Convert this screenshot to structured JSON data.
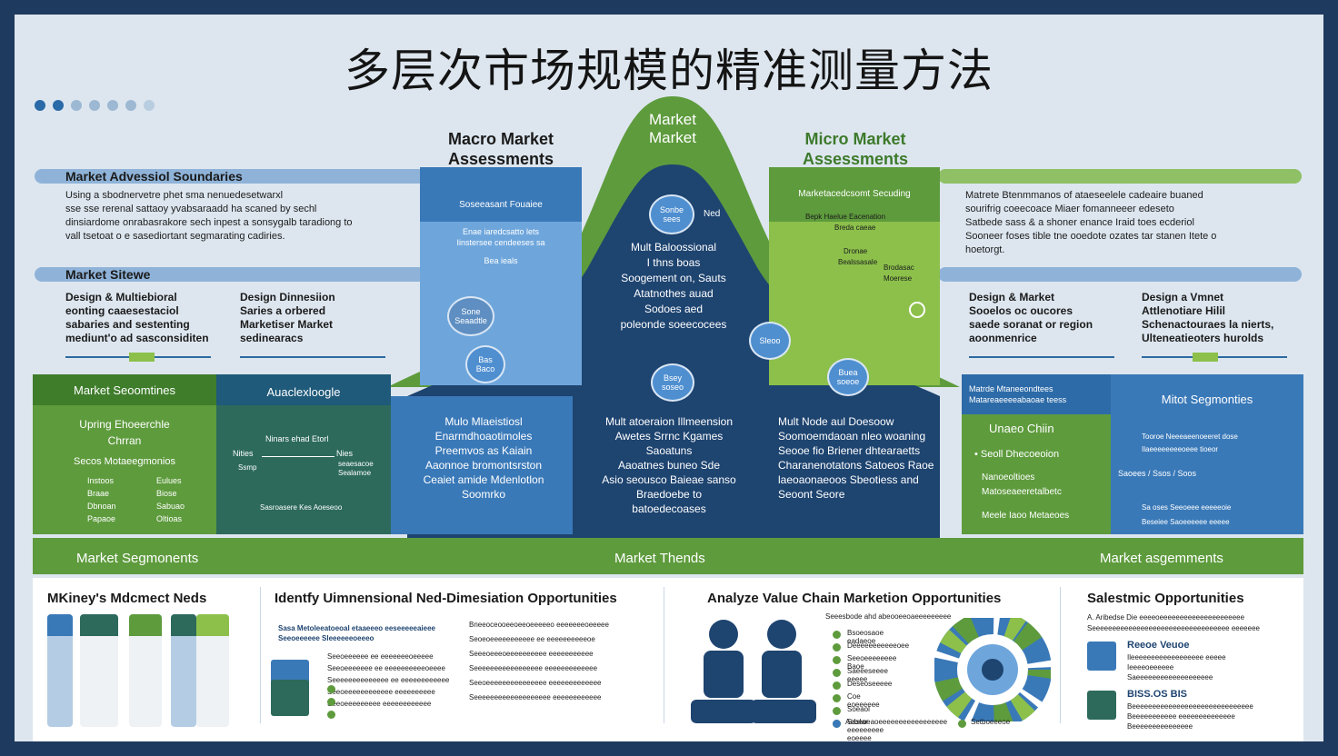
{
  "title": "多层次市场规模的精准测量方法",
  "top": {
    "peak_title": "Market\nMarket",
    "macro_title": "Macro Market\nAssessments",
    "micro_title": "Micro Market\nAssessments",
    "left_bar1": "Market Advessiol Soundaries",
    "left_text1": "Using a sbodnervetre phet sma nenuedesetwarxl\nsse sse rerenal sattaoy yvabsaraadd ha scaned by sechl\ndinsiardome onrabasrakore sech inpest a sonsygalb taradiong to\nvall tsetoat o e sasediortant segmarating cadiries.",
    "left_bar2": "Market Sitewe",
    "left_col1": "Design & Multiebioral\neonting caaesestaciol\nsabaries and sestenting\nmediunt'o ad sasconsiditen",
    "left_col2": "Design Dinnesiion\nSaries a orbered\nMarketiser Market\nsedinearacs",
    "right_text1": "Matrete Btenmmanos of ataeseelele cadeaire buaned\nsourifrig coeecoace Miaer fomanneeer edeseto\nSatbede sass & a shoner enance Iraid toes ecderiol\nSooneer foses tible tne ooedote ozates tar stanen Itete o\nhoetorgt.",
    "right_col1": "Design & Market\nSooelos oc oucores\nsaede soranat or region\naoonmenrice",
    "right_col2": "Design a Vmnet\nAttlenotiare Hilil\nSchenactouraes la nierts,\nUlteneatieoters hurolds"
  },
  "blue_panel": {
    "header": "Soseeasant Fouaiee",
    "lines": [
      "Enae iaredcsatto lets",
      "Iinstersee cendeeses sa",
      "Bea ieals"
    ]
  },
  "green_panel": {
    "header": "Marketacedcsomt Secuding",
    "lines": [
      "Bepk Haelue Eacenation",
      "Breda caeae",
      "Dronae",
      "Bealssasale",
      "Brodasac",
      "Moerese"
    ]
  },
  "center": {
    "circle1": "Sonbe\nsees",
    "circle1_label": "Ned",
    "multi_text": "Mult Baloossional\nI thns boas\nSoogement on, Sauts\nAtatnothes auad\nSodoes aed\npoleonde soeecocees",
    "circle2": "Bsey\nsoseo",
    "circle3": "Bas\nBaco",
    "circle4": "Sleoo",
    "circle5": "Buea\nsoeoe",
    "circle6": "Sone\nSeaadtle",
    "left_text": "Mulo Mlaeistiosl\nEnarmdhoaotimoles\nPreemvos as Kaiain\nAaonnoe bromontsrston\nCeaiet amide Mdenlotlon\nSoomrko",
    "mid_text": "Mult atoeraion Illmeension\nAwetes Srrnc Kgames\nSaoatuns\nAaoatnes buneo Sde\nAsio seousco Baieae sanso\nBraedoebe to\nbatoedecoases",
    "right_text": "Mult Node  aul Doesoow\nSoomoemdaoan nleo woaning\nSeooe fio Briener dhtearaetts\nCharanenotatons Satoeos Raoe\nlaeoaonaeoos Sbeotiess and\nSeoont Seore"
  },
  "mid_band": {
    "left_head": "Market Seoomtines",
    "left_sub": "Upring Ehoeerchle\nChrran",
    "left_sub2": "Secos Motaeegmonios",
    "left_list_a": [
      "Instoos",
      "Braae",
      "Dbnoan",
      "Papaoe"
    ],
    "left_list_b": [
      "Eulues",
      "Biose",
      "Sabuao",
      "Oltioas"
    ],
    "left2_head": "Auaclexloogle",
    "left2_lines": [
      "Ninars ehad Etorl",
      "Nities",
      "Ssmp",
      "Nies",
      "seaesacoe",
      "Sealamoe",
      "Sasroasere  Kes  Aoeseoo"
    ],
    "right_head_a": "Matrde Mtaneeondtees\nMatareaeeeeabaoae teess",
    "right_sub": "Unaeo Chiin",
    "right_sub2": "• Seoll Dhecoeoion",
    "right_sub3": "Nanoeoltioes\nMatoseaeeretalbetc",
    "right_sub4": "Meele Iaoo Metaeoes",
    "right2_head": "Mitot Segmonties",
    "right2_lines": [
      "Tooroe Neeeaeenoeeret dose",
      "Ilaeeeeeeeeoeee tioeor",
      "Saoees / Ssos / Soos",
      "Sa oses  Seeoeee eeeeeoie",
      "Beseiee  Saoeeeeee eeeee"
    ]
  },
  "bottom_band": {
    "left": "Market Segmonents",
    "center": "Market Thends",
    "right": "Market asgemments"
  },
  "cards": {
    "c1_title": "MKiney's Mdcmect Neds",
    "c2_title": "Identfy Uimnensional Ned-Dimesiation Opportunities",
    "c2_lines_a": [
      "Sasa Metoleeatoeoal etaaeeeo eeseeeeeaieee",
      "Seeoeeeeee Sleeeeeeoeeeo"
    ],
    "c2_lines_b": [
      "Seeoeeeeee ee eeeeeeeoeeeee",
      "Seeoeeeeeee ee eeeeeeeeeeoeeee",
      "Seeeeeeeeeeeeee ee eeeeeeeeeeee",
      "Seeoeeeeeeeeeeee eeeeeeeeee",
      "Seeoeeeeeeeee eeeeeeeeeeee"
    ],
    "c2_lines_c": [
      "Bneeoceooeeoeeoeeeeeo eeeeeeeoeeeee",
      "Seoeoeeeeeeeeeee ee eeeeeeeeeeoe",
      "Seeeoeeeoeeeeeeeeee eeeeeeeeeee",
      "Seeeeeeeeeeeeeeeee eeeeeeeeeeeee",
      "Seeoeeeeeeeeeeeeeee eeeeeeeeeeeee",
      "Seeeeeeeeeeeeeeeeeee eeeeeeeeeeee"
    ],
    "c3_title": "Analyze Value Chain Marketion Opportunities",
    "c3_head": "Seeesbode ahd abeooeeoaeeeeeeeee",
    "c3_list": [
      "Bsoeosaoe eadaeoe",
      "Deeeeeeeeeeeoee",
      "Seeoeeeeeeee Baoe",
      "Saeeeseeee eeeee",
      "Deseoseeeee",
      "Coe eoeeeeee",
      "Soeaol",
      "Saslar eeeeeeeee eoeeee"
    ],
    "c3_footer": [
      "Aebeoeaoeeeeeeeeeeeeeeeee",
      "Setboeeeoe"
    ],
    "c4_title": "Salestmic Opportunities",
    "c4_sub": "A. Aribedse Die eeeeoeeeeeeeeeeeeeeeeeeeee\nSeeeeeeeeeeeeeeeeeeeeeeeeeeeeeeeeee eeeeeee",
    "c4_item1_head": "Reeoe Veuoe",
    "c4_item1_lines": [
      "Ileeeeeeeeeeeeeeeeee eeeee",
      "Ieeeeoeeeeee",
      "Saeeeeeeeeeeeeeeeeeee"
    ],
    "c4_item2_head": "BISS.OS BIS",
    "c4_item2_lines": [
      "Beeeeeeeeeeeeeeeeeeeeeeeeeeeeee",
      "Beeeeeeeeeee eeeeeeeeeeeeee",
      "Beeeeeeeeeeeeeee"
    ]
  },
  "colors": {
    "navy": "#1e4470",
    "blue": "#3a79b8",
    "light_blue": "#6ea6dc",
    "green": "#5e9b3d",
    "light_green": "#8cc04b",
    "teal": "#2d6a5c",
    "frame": "#1f3a5f"
  }
}
